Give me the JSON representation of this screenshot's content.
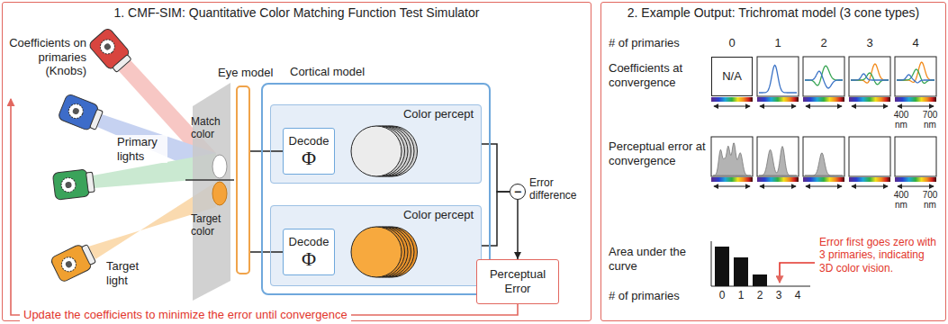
{
  "diagram": {
    "nodes": [
      {
        "text": [
          "1. CMF-SIM: Quantitative Color Matching Function Test Simulator"
        ]
      },
      {
        "text": [
          "Eye model"
        ],
        "in": 0
      },
      {
        "text": [
          "Cortical model"
        ],
        "in": 0
      },
      {
        "text": [
          "Color percept"
        ],
        "in": 2
      },
      {
        "text": [
          "Decode",
          "Φ"
        ],
        "in": 3
      },
      {
        "text": [
          "Color percept"
        ],
        "in": 2
      },
      {
        "text": [
          "Decode",
          "Φ"
        ],
        "in": 5
      },
      {
        "text": [
          "−"
        ],
        "in": 0
      },
      {
        "text": [
          "Perceptual Error"
        ],
        "in": 0
      },
      {
        "text": [
          "2. Example Output: Trichromat model (3 cone types)"
        ]
      },
      {
        "text": [
          "N/A"
        ],
        "in": 9
      }
    ],
    "edges": [
      {
        "from": 1,
        "to": 4,
        "arrow": "none"
      },
      {
        "from": 1,
        "to": 6,
        "arrow": "none"
      },
      {
        "from": 3,
        "to": 7,
        "arrow": "none"
      },
      {
        "from": 5,
        "to": 7,
        "arrow": "none"
      },
      {
        "from": 7,
        "to": 8,
        "arrow": "to"
      }
    ],
    "labels": [
      "Coefficients on primaries (Knobs)",
      "Primary lights",
      "Match color",
      "Target light",
      "Target color",
      "Error difference",
      "Update the coefficients to minimize the error until convergence",
      "# of primaries",
      "0",
      "1",
      "2",
      "3",
      "4",
      "Coefficients at convergence",
      "Perceptual error at convergence",
      "400 nm",
      "700 nm",
      "400 nm",
      "700 nm",
      "Area under the curve",
      "# of primaries",
      "0",
      "1",
      "2",
      "3",
      "4",
      "Error first goes zero with 3 primaries, indicating 3D color vision."
    ]
  }
}
